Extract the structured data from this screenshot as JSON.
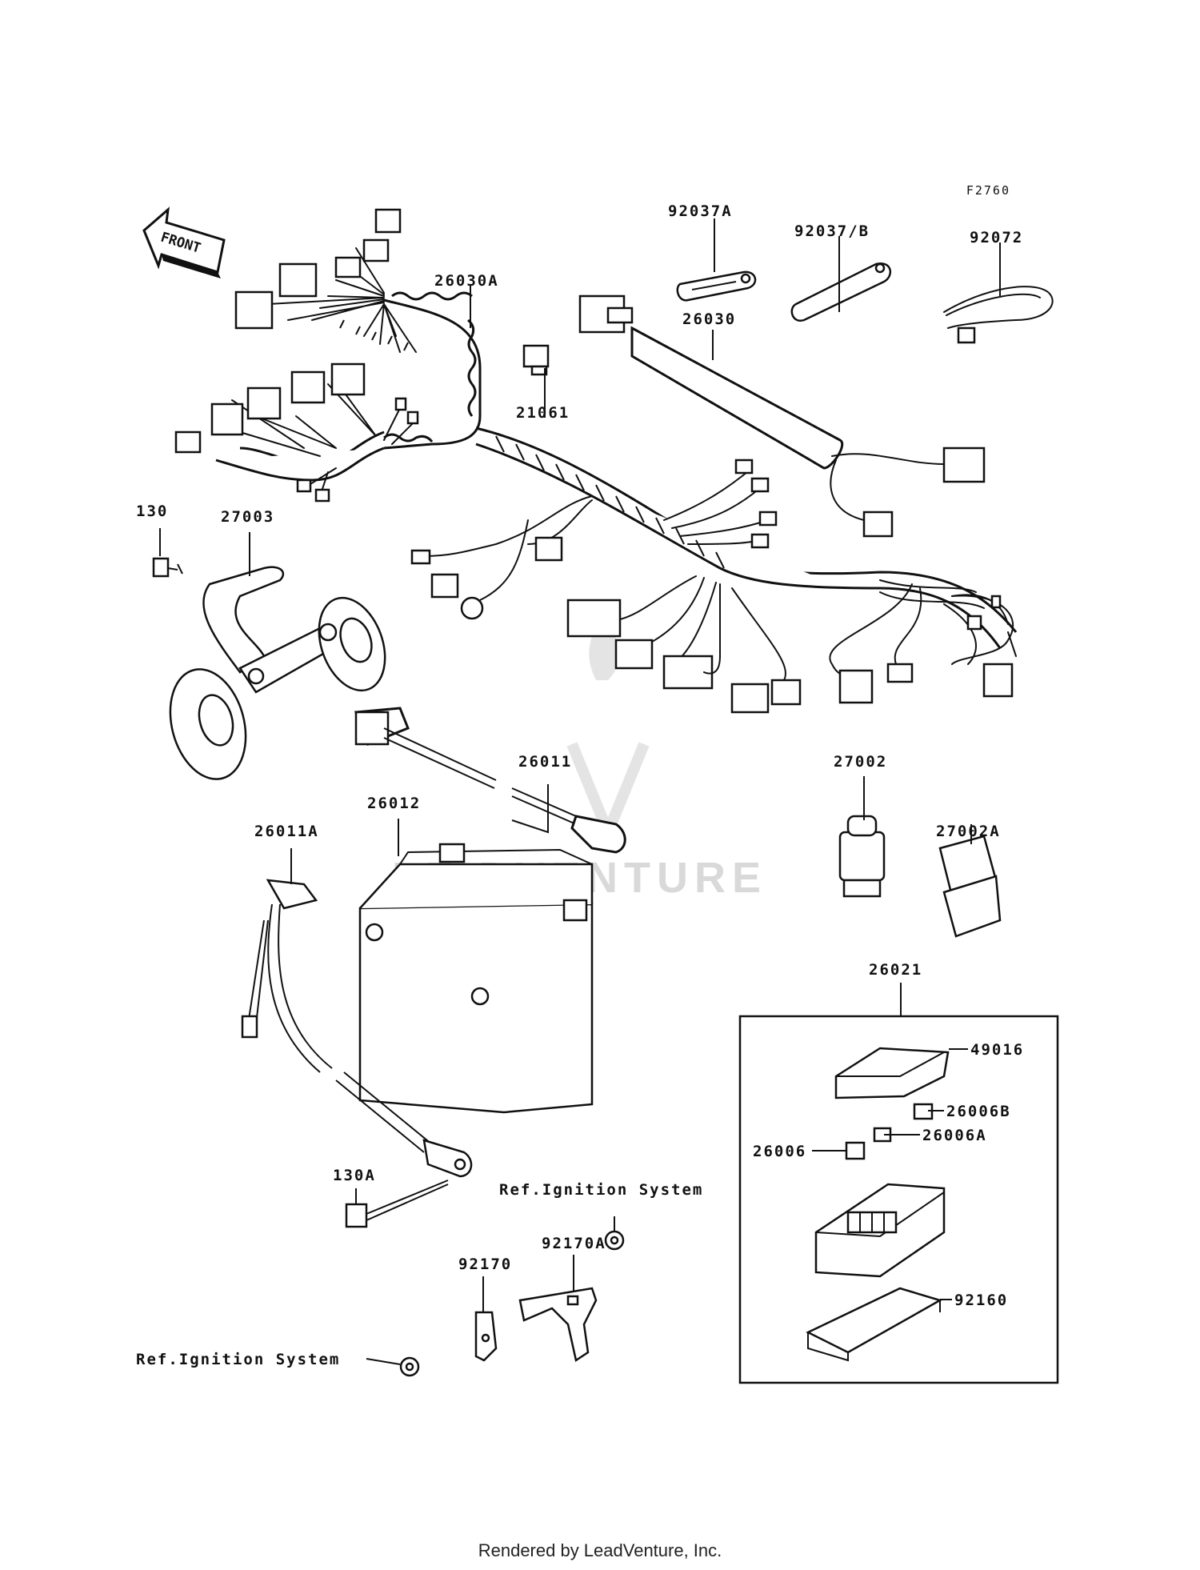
{
  "figure_code": "F2760",
  "front_label": "FRONT",
  "parts": {
    "p26030A": "26030A",
    "p21061": "21061",
    "p26030": "26030",
    "p92037A": "92037A",
    "p92037B": "92037/B",
    "p92072": "92072",
    "p130": "130",
    "p27003": "27003",
    "p26011": "26011",
    "p26012": "26012",
    "p26011A": "26011A",
    "p27002": "27002",
    "p27002A": "27002A",
    "p26021": "26021",
    "p49016": "49016",
    "p26006B": "26006B",
    "p26006A": "26006A",
    "p26006": "26006",
    "p92160": "92160",
    "p130A": "130A",
    "p92170A": "92170A",
    "p92170": "92170"
  },
  "references": {
    "ref_upper": "Ref.Ignition System",
    "ref_lower": "Ref.Ignition System"
  },
  "watermark": "LEADVENTURE",
  "footer": "Rendered by LeadVenture, Inc."
}
